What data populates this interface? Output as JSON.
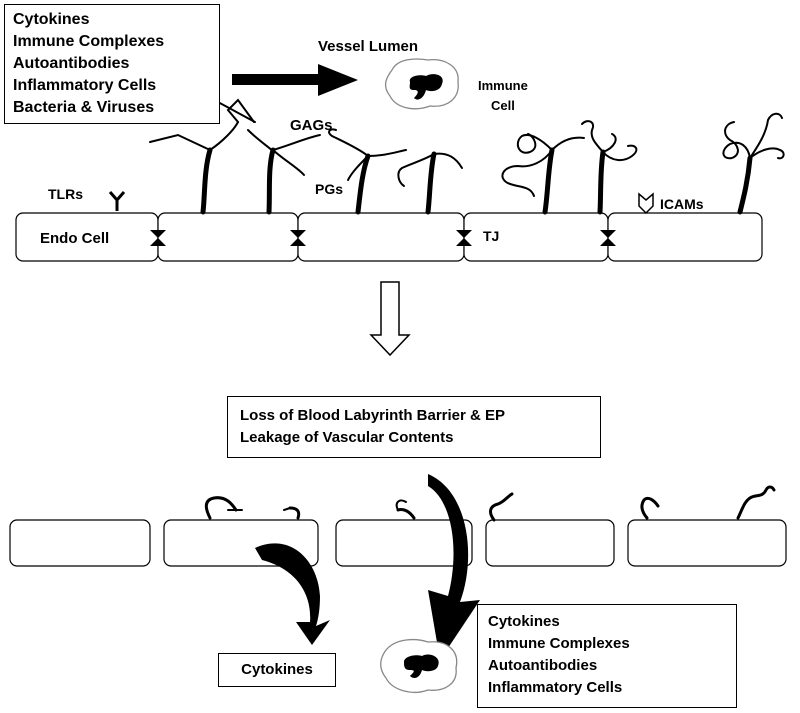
{
  "top_box": {
    "items": [
      "Cytokines",
      "Immune Complexes",
      "Autoantibodies",
      "Inflammatory Cells",
      "Bacteria & Viruses"
    ]
  },
  "vessel_lumen": "Vessel Lumen",
  "immune_cell": [
    "Immune",
    "Cell"
  ],
  "labels": {
    "gags": "GAGs",
    "tlrs": "TLRs",
    "pgs": "PGs",
    "icams": "ICAMs",
    "endo_cell": "Endo Cell",
    "tj": "TJ"
  },
  "loss_box": {
    "items": [
      "Loss of Blood Labyrinth Barrier & EP",
      "Leakage of Vascular Contents"
    ]
  },
  "cytokines_box": "Cytokines",
  "bottom_box": {
    "items": [
      "Cytokines",
      "Immune Complexes",
      "Autoantibodies",
      "Inflammatory Cells"
    ]
  }
}
